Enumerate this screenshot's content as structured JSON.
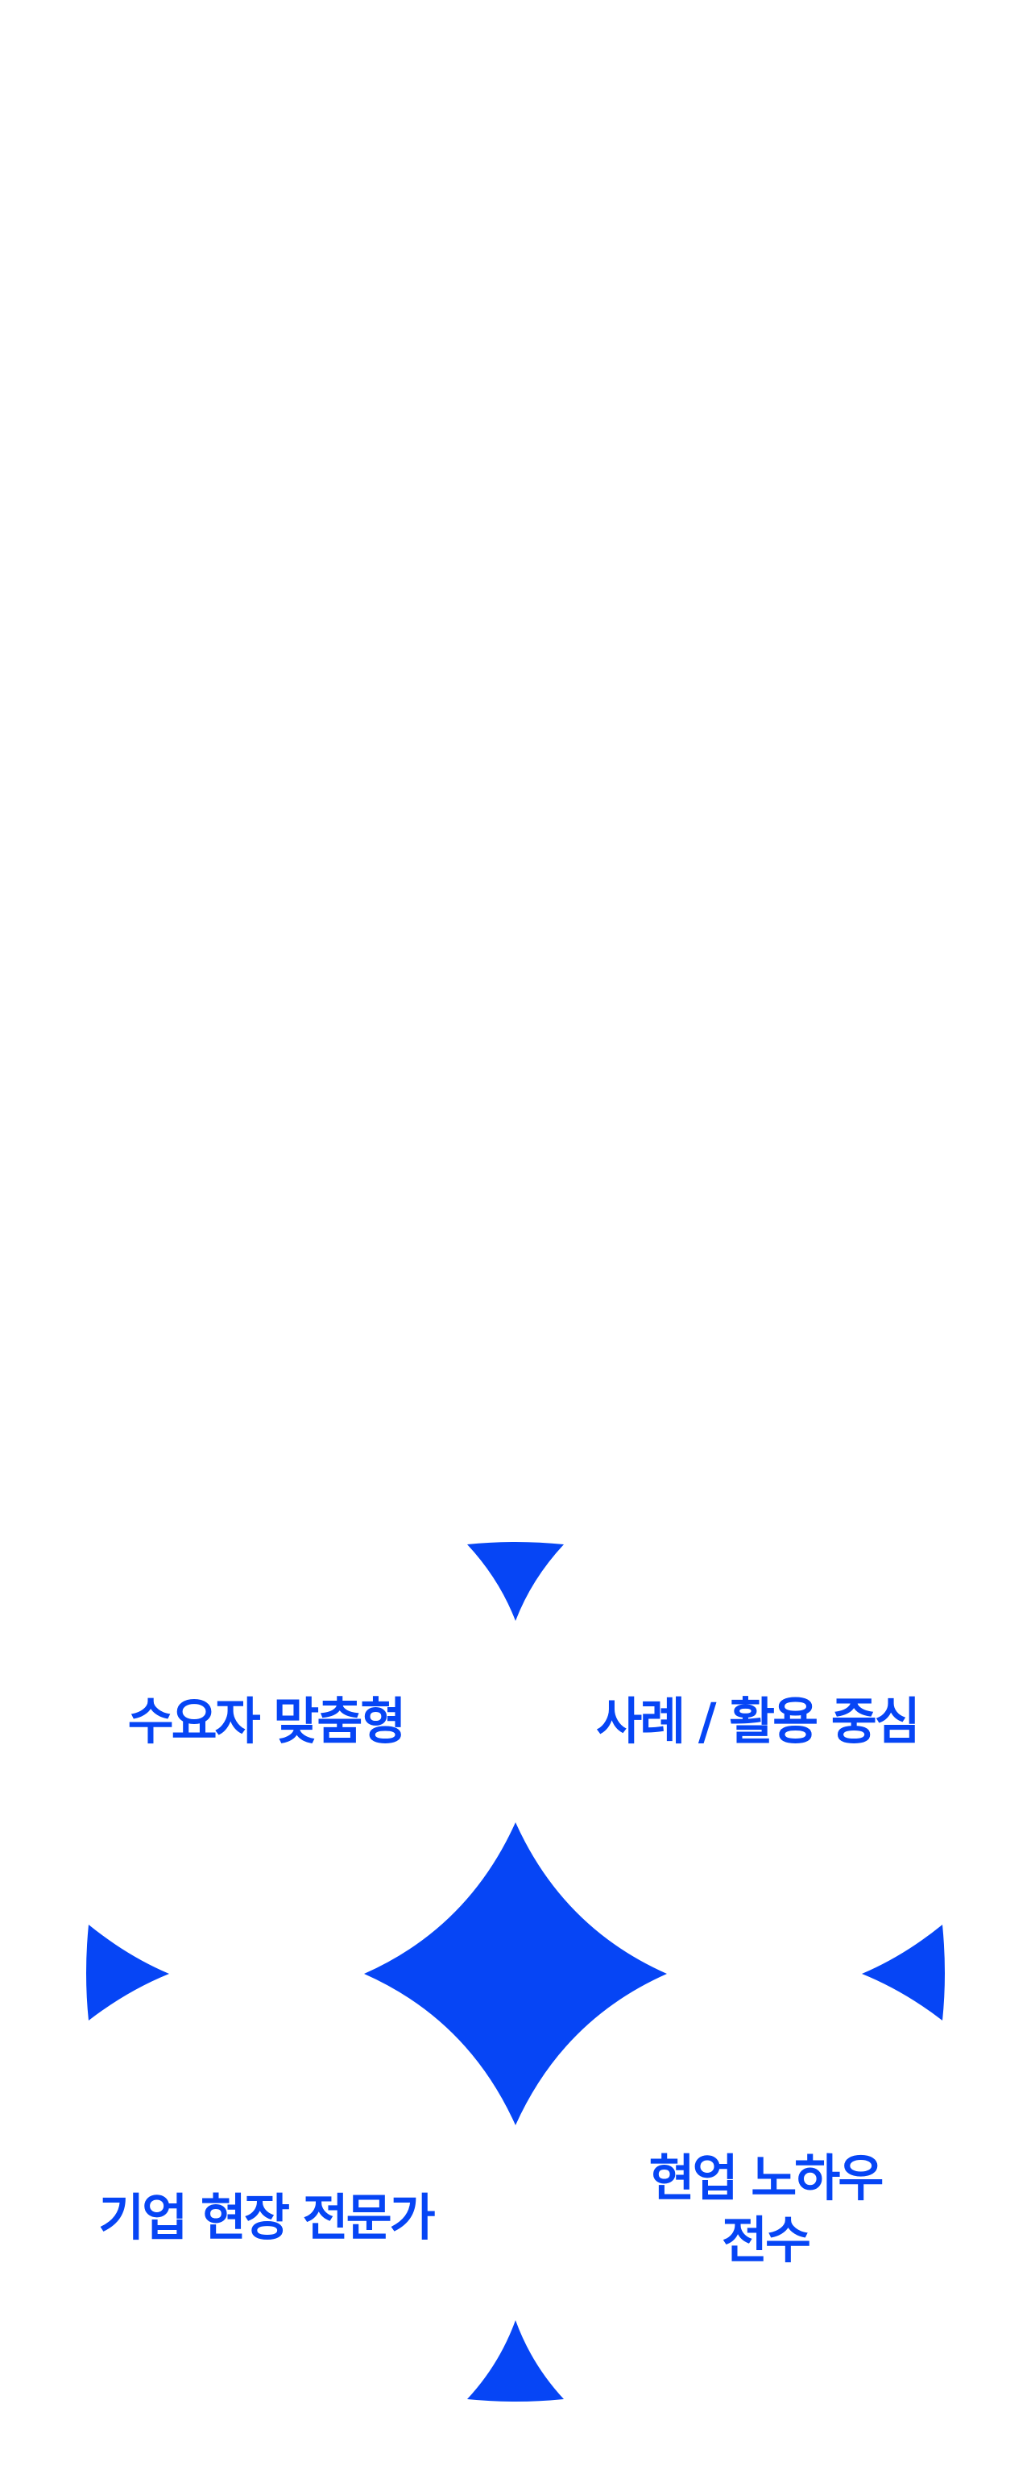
{
  "accent_color": "#0645f5",
  "background_color": "#ffffff",
  "features": {
    "top_left": "수요자 맞춤형",
    "top_right": "사례 / 활용 중심",
    "bottom_left": "기업 현장 전문가",
    "bottom_right_lines": [
      "현업 노하우",
      "전수"
    ]
  },
  "icons": {
    "center": "four-point-star-icon",
    "edges": "edge-petal-icon"
  }
}
